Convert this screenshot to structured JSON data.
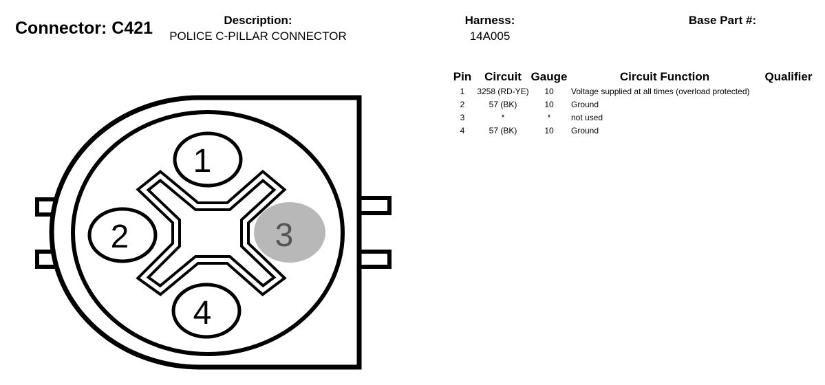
{
  "header": {
    "connector": "Connector: C421",
    "description_label": "Description:",
    "description": "POLICE C-PILLAR CONNECTOR",
    "harness_label": "Harness:",
    "harness": "14A005",
    "base_part_label": "Base Part #:"
  },
  "table": {
    "columns": [
      "Pin",
      "Circuit",
      "Gauge",
      "Circuit Function",
      "Qualifier"
    ],
    "rows": [
      {
        "pin": "1",
        "circuit": "3258 (RD-YE)",
        "gauge": "10",
        "function": "Voltage supplied at all times (overload protected)",
        "qualifier": ""
      },
      {
        "pin": "2",
        "circuit": "57 (BK)",
        "gauge": "10",
        "function": "Ground",
        "qualifier": ""
      },
      {
        "pin": "3",
        "circuit": "*",
        "gauge": "*",
        "function": "not used",
        "qualifier": ""
      },
      {
        "pin": "4",
        "circuit": "57 (BK)",
        "gauge": "10",
        "function": "Ground",
        "qualifier": ""
      }
    ]
  },
  "diagram": {
    "pins": [
      {
        "label": "1",
        "highlighted": false
      },
      {
        "label": "2",
        "highlighted": false
      },
      {
        "label": "3",
        "highlighted": true
      },
      {
        "label": "4",
        "highlighted": false
      }
    ],
    "highlight_color": "#b8b8b8"
  }
}
